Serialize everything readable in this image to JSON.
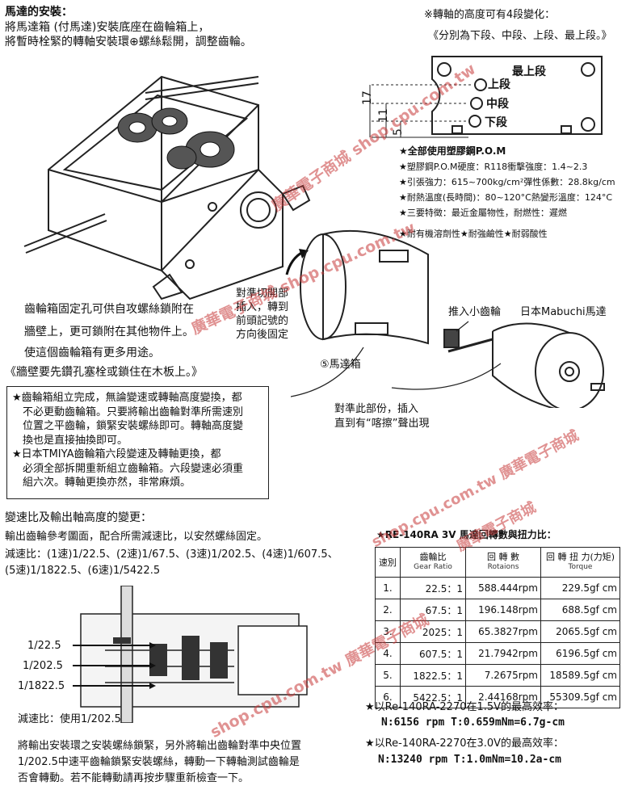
{
  "heading": {
    "title": "馬達的安裝：",
    "line1": "將馬達箱 (付馬達)安裝底座在齒輪箱上，",
    "line2": "將暫時栓緊的轉軸安裝環⊕螺絲鬆開，調整齒輪。"
  },
  "shaft_height": {
    "note1": "※轉軸的高度可有4段變化：",
    "note2": "《分別為下段、中段、上段、最上段。》",
    "levels": [
      "最上段",
      "上段",
      "中段",
      "下段"
    ],
    "dims": [
      "17",
      "11",
      "5"
    ]
  },
  "material": {
    "header": "★全部使用塑膠鋼P.O.M",
    "lines": [
      "★塑膠鋼P.O.M硬度：R118衝擊強度：1.4~2.3",
      "★引張強力：615~700kg/cm²彈性係數：28.8kg/cm",
      "★耐熱溫度(長時間)：80~120°C熱變形溫度：124°C",
      "★三要特徵：最近金屬物性，耐燃性：遲燃"
    ],
    "resist": "★耐有機溶劑性★耐強鹼性★耐弱酸性"
  },
  "callouts": {
    "align_cut": [
      "對準切開部",
      "插入，轉到",
      "前頭記號的",
      "方向後固定"
    ],
    "pinion": "推入小齒輪",
    "motor": "日本Mabuchi馬達",
    "motor_box": "⑤馬達箱",
    "align_part1": "對準此部份，插入",
    "align_part2": "直到有“喀擦”聲出現"
  },
  "mounting": {
    "line1": "齒輪箱固定孔可供自攻螺絲鎖附在",
    "line2": "牆壁上，更可鎖附在其他物件上。",
    "line3": "使這個齒輪箱有更多用途。",
    "line4": "《牆壁要先鑽孔塞栓或鎖住在木板上。》"
  },
  "notes": [
    "★齒輪箱組立完成，無論變速或轉軸高度變換，都",
    "　不必更動齒輪箱。只要將輸出齒輪對準所需速別",
    "　位置之平齒輪，鎖緊安裝螺絲即可。轉軸高度變",
    "　換也是直接抽換即可。",
    "★日本TMIYA齒輪箱六段變速及轉軸更換，都",
    "　必須全部拆開重新組立齒輪箱。六段變速必須重",
    "　組六次。轉軸更換亦然，非常麻煩。"
  ],
  "ratio": {
    "title": "變速比及輸出軸高度的變更：",
    "line1": "輸出齒輪參考圖面，配合所需減速比，以安然螺絲固定。",
    "line2": "減速比：(1速)1/22.5、(2速)1/67.5、(3速)1/202.5、(4速)1/607.5、",
    "line3": "(5速)1/1822.5、(6速)1/5422.5"
  },
  "side_view": {
    "labels": [
      "1/22.5",
      "1/202.5",
      "1/1822.5"
    ],
    "used": "減速比：使用1/202.5"
  },
  "bottom_text": {
    "line1": "將輸出安裝環之安裝螺絲鎖緊，另外將輸出齒輪對準中央位置",
    "line2": "1/202.5中速平齒輪鎖緊安裝螺絲，轉動一下轉軸測試齒輪是",
    "line3": "否會轉動。若不能轉動請再按步驟重新檢查一下。"
  },
  "rpm_table": {
    "title": "★RE-140RA 3V 馬達回轉數與扭力比：",
    "headers": {
      "no": "速別",
      "ratio": "齒輪比",
      "ratio_sub": "Gear Ratio",
      "rpm": "回 轉 數",
      "rpm_sub": "Rotaions",
      "torque": "回 轉 扭 力(力矩)",
      "torque_sub": "Torque"
    },
    "rows": [
      {
        "no": "1.",
        "ratio": "22.5：1",
        "rpm": "588.444rpm",
        "torque": "229.5gf  cm"
      },
      {
        "no": "2.",
        "ratio": "67.5：1",
        "rpm": "196.148rpm",
        "torque": "688.5gf  cm"
      },
      {
        "no": "3.",
        "ratio": "2025：1",
        "rpm": "65.3827rpm",
        "torque": "2065.5gf  cm"
      },
      {
        "no": "4.",
        "ratio": "607.5：1",
        "rpm": "21.7942rpm",
        "torque": "6196.5gf  cm"
      },
      {
        "no": "5.",
        "ratio": "1822.5：1",
        "rpm": "7.2675rpm",
        "torque": "18589.5gf  cm"
      },
      {
        "no": "6.",
        "ratio": "5422.5：1",
        "rpm": "2.44168rpm",
        "torque": "55309.5gf  cm"
      }
    ]
  },
  "efficiency": {
    "a1": "★以Re-140RA-2270在1.5V的最高效率：",
    "a2": "N:6156 rpm T:0.659mNm=6.7g-cm",
    "b1": "★以Re-140RA-2270在3.0V的最高效率：",
    "b2": "N:13240 rpm T:1.0mNm=10.2a-cm"
  },
  "watermarks": [
    "廣華電子商城 shop.cpu.com.tw",
    "廣華電子商城 shop.cpu.com.tw",
    "shop.cpu.com.tw 廣華電子商城",
    "shop.cpu.com.tw 廣華電子商城",
    "廣華電子商城"
  ]
}
